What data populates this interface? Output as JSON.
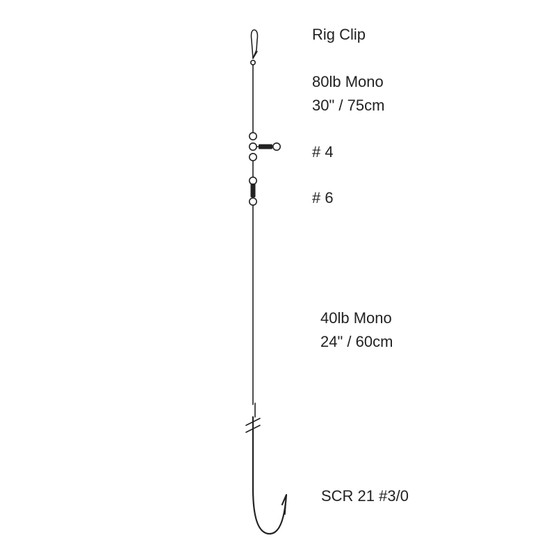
{
  "labels": {
    "rig_clip": "Rig Clip",
    "main_line": {
      "material": "80lb Mono",
      "length": "30\" / 75cm"
    },
    "swivel_upper": "# 4",
    "swivel_lower": "# 6",
    "snood": {
      "material": "40lb Mono",
      "length": "24\" / 60cm"
    },
    "hook": "SCR 21 #3/0"
  },
  "colors": {
    "line": "#222222",
    "background": "#ffffff"
  }
}
